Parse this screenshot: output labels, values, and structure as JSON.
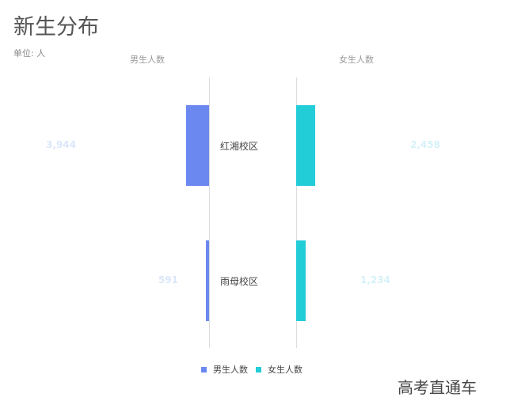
{
  "chart_data": {
    "type": "bar",
    "orientation": "horizontal-butterfly",
    "title": "新生分布",
    "unit_label": "单位: 人",
    "categories": [
      "红湘校区",
      "雨母校区"
    ],
    "series": [
      {
        "name": "男生人数",
        "values": [
          3944,
          591
        ],
        "value_labels": [
          "3,944",
          "591"
        ],
        "color": "#6b87f0"
      },
      {
        "name": "女生人数",
        "values": [
          2458,
          1234
        ],
        "value_labels": [
          "2,458",
          "1,234"
        ],
        "color": "#22cdd8"
      }
    ],
    "legend": "bottom-center"
  },
  "watermark": "高考直通车"
}
